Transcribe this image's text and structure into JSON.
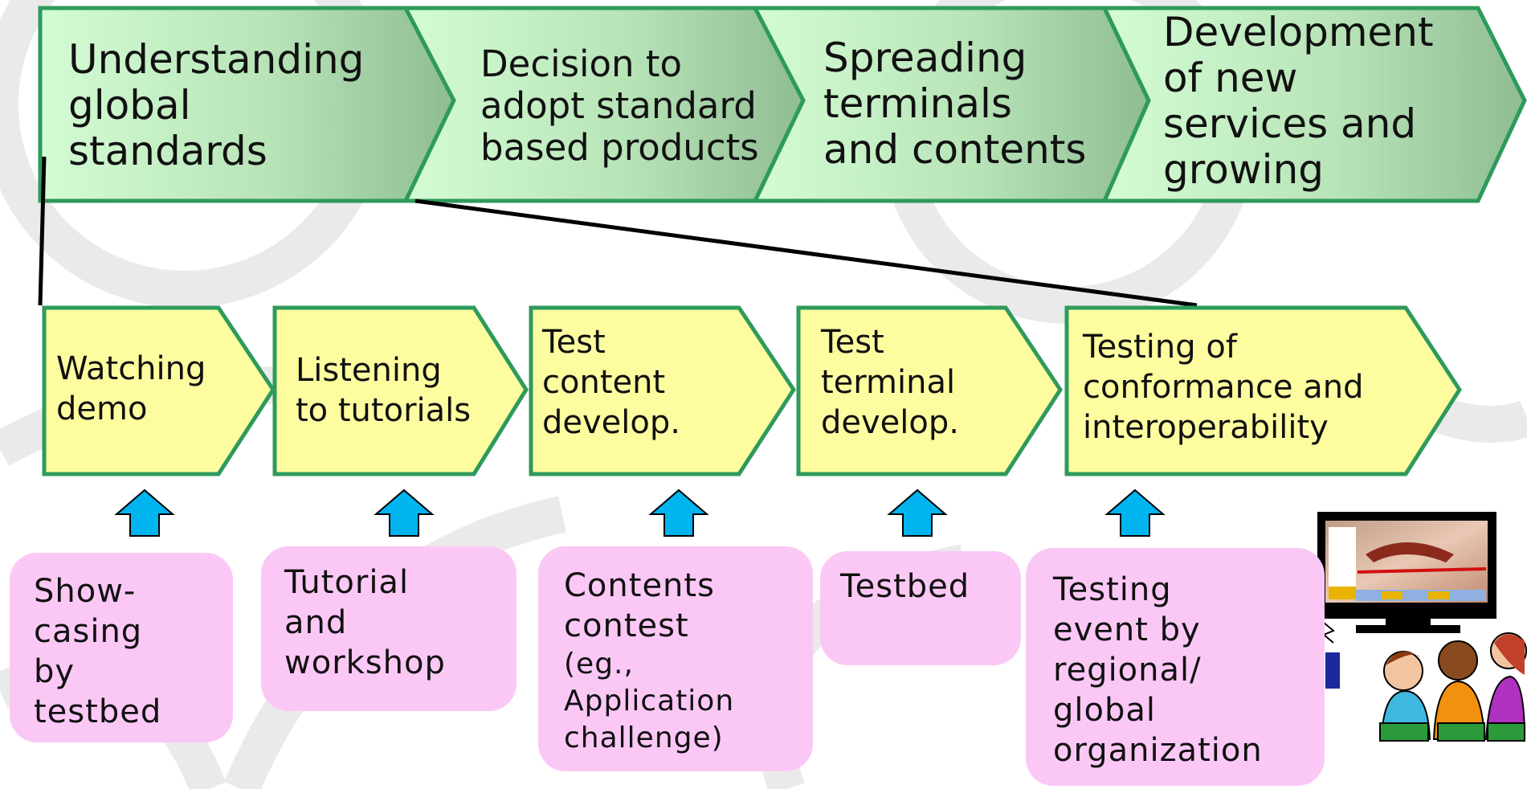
{
  "stages": [
    {
      "lines": [
        "Understanding",
        "global",
        "standards"
      ]
    },
    {
      "lines": [
        "Decision to",
        "adopt standard",
        "based products"
      ]
    },
    {
      "lines": [
        "Spreading",
        "terminals",
        "and contents"
      ]
    },
    {
      "lines": [
        "Development",
        "of new",
        "services and",
        "growing"
      ]
    }
  ],
  "activities": [
    {
      "lines": [
        "Watching",
        "demo"
      ]
    },
    {
      "lines": [
        "Listening",
        "to tutorials"
      ]
    },
    {
      "lines": [
        "Test",
        "content",
        "develop."
      ]
    },
    {
      "lines": [
        "Test",
        "terminal",
        "develop."
      ]
    },
    {
      "lines": [
        "Testing of",
        "conformance and",
        "interoperability"
      ]
    }
  ],
  "events": [
    {
      "lines": [
        "Show-",
        "casing",
        "by",
        "testbed"
      ]
    },
    {
      "lines": [
        "Tutorial",
        "and",
        "workshop"
      ]
    },
    {
      "lines": [
        "Contents",
        "contest"
      ],
      "small_lines": [
        "(eg.,",
        "Application",
        "challenge)"
      ]
    },
    {
      "lines": [
        "Testbed"
      ]
    },
    {
      "lines": [
        "Testing",
        "event by",
        "regional/",
        "global",
        "organization"
      ]
    }
  ],
  "colors": {
    "stage_fill_light": "#d4fcd4",
    "stage_fill_dark": "#9cc49c",
    "stage_border": "#2e9a5c",
    "activity_fill": "#fdfda0",
    "activity_border": "#2e9a5c",
    "event_fill": "#fbc8f6",
    "arrow_fill": "#00b4f0",
    "watermark": "#e9e9e9"
  },
  "illustration": {
    "name": "audience-watching-tv-clipart"
  }
}
